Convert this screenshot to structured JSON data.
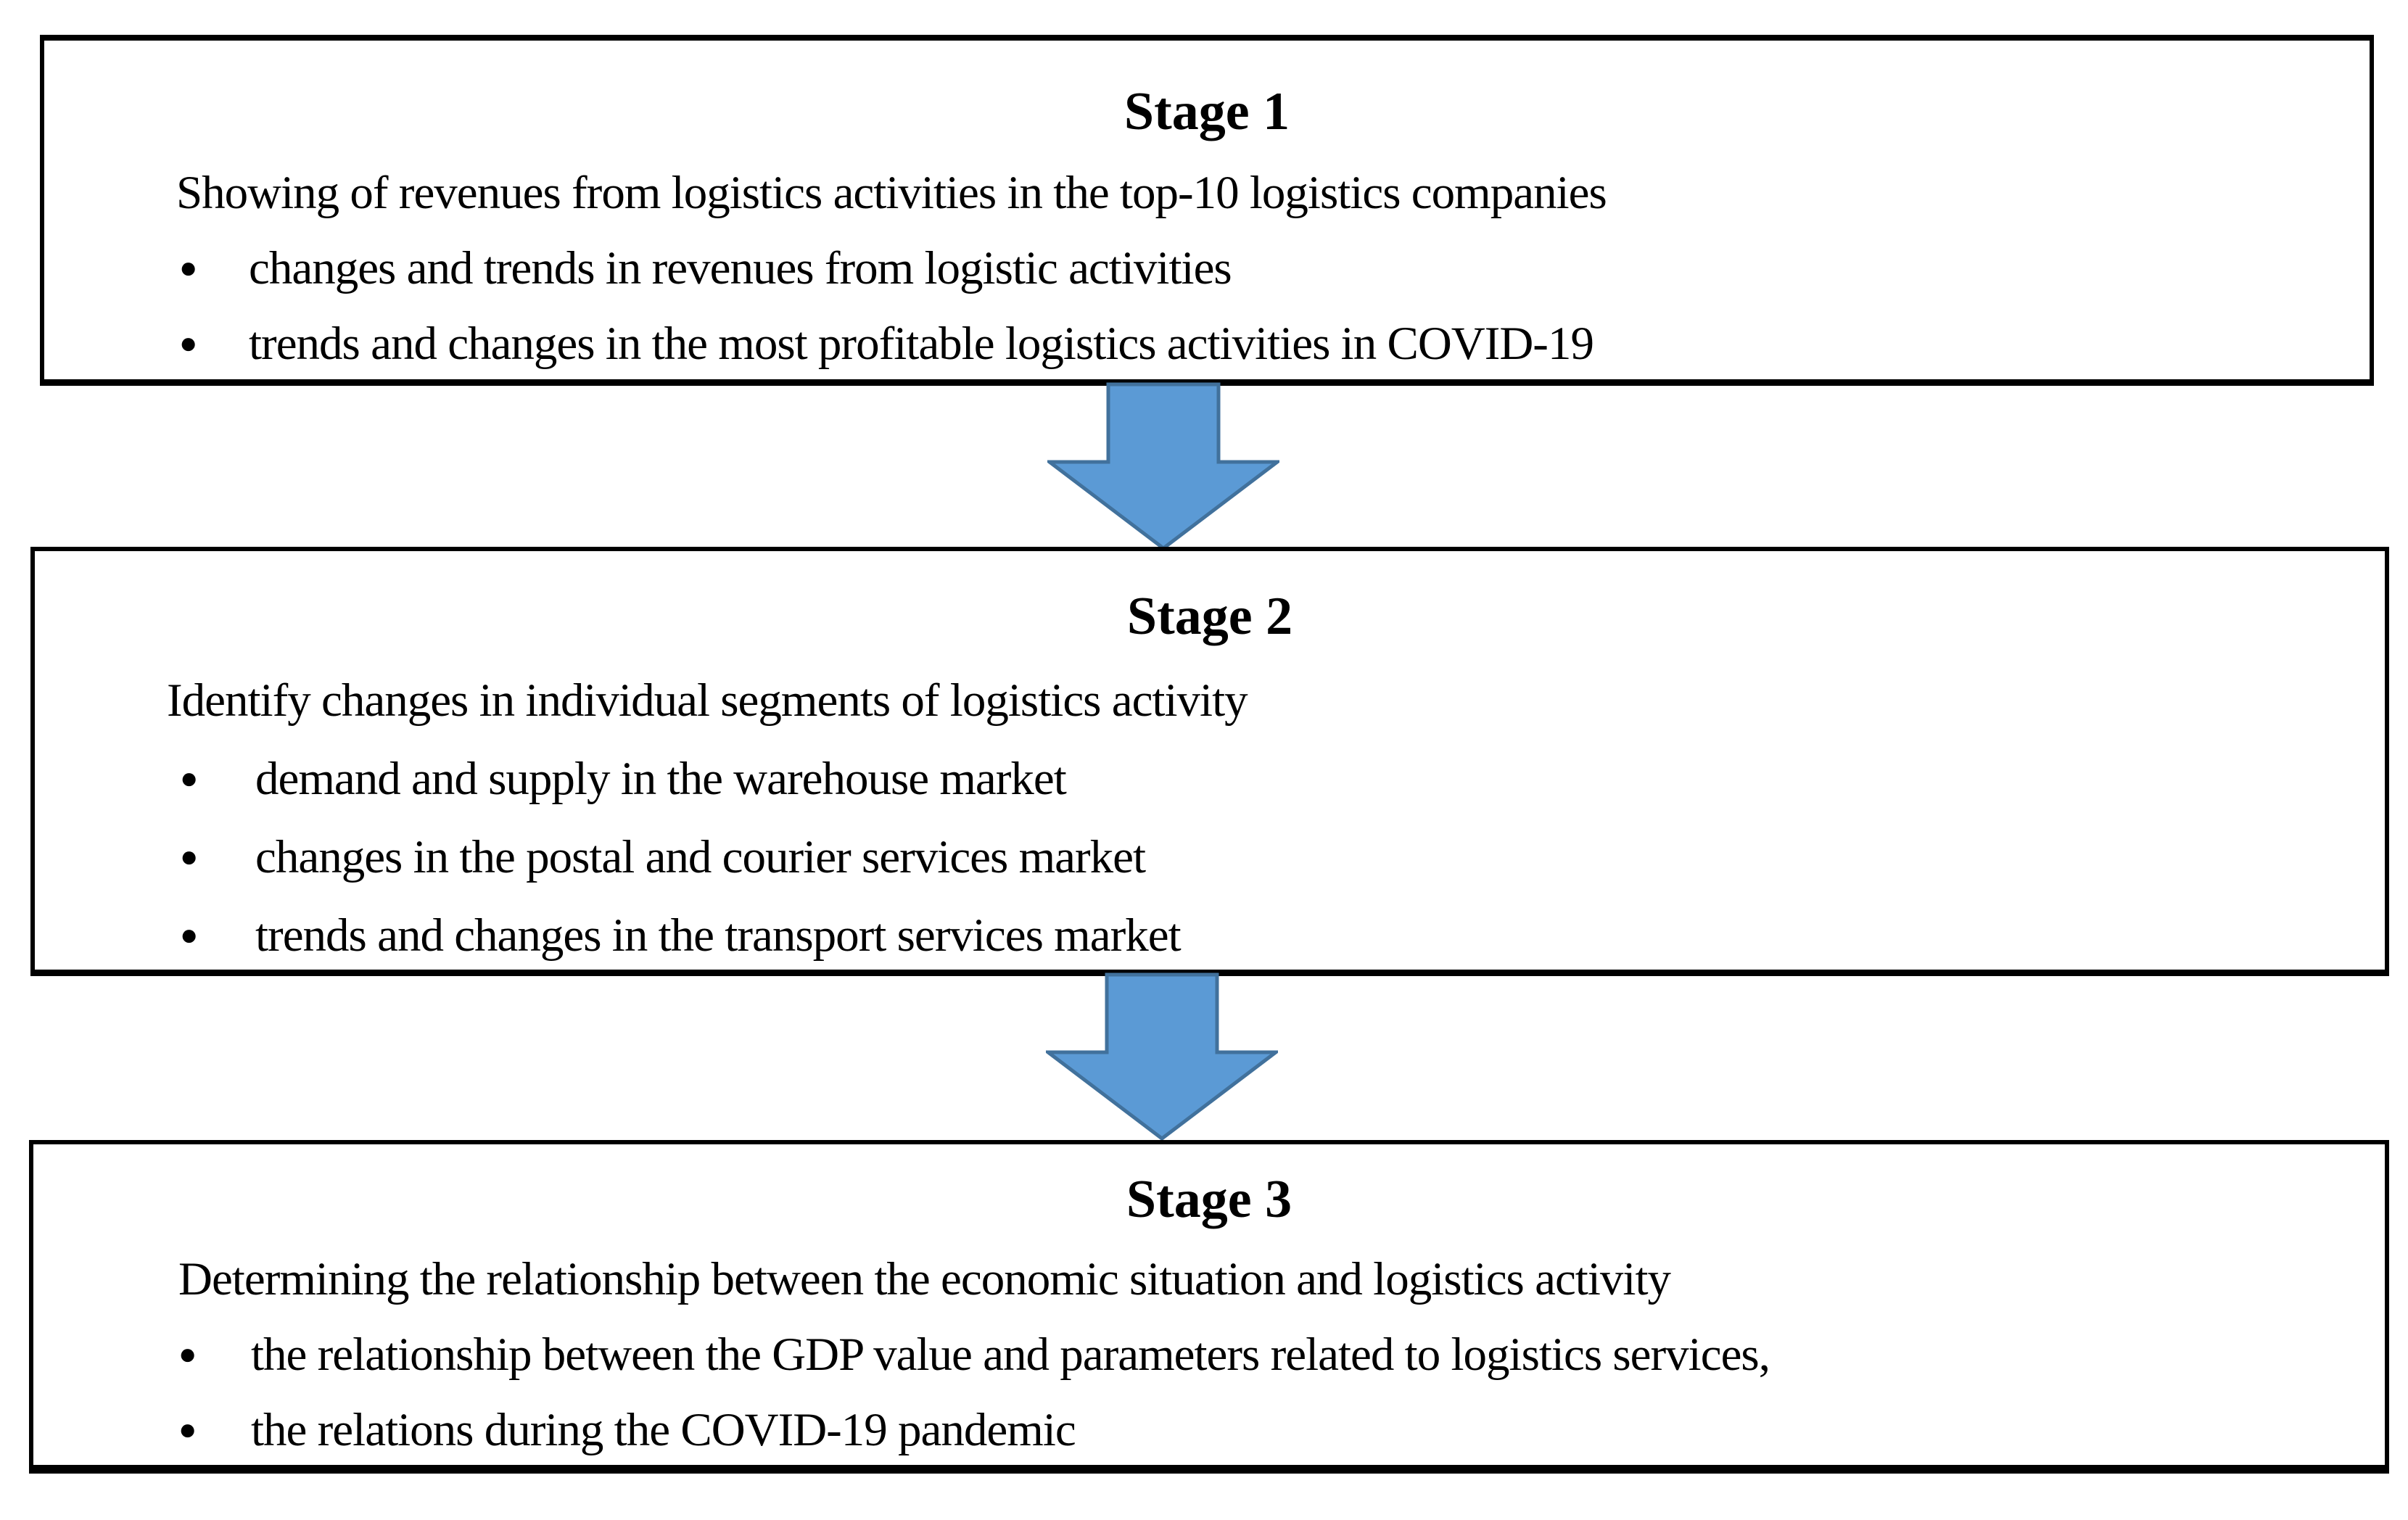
{
  "diagram": {
    "bullet_glyph": "●",
    "arrow_fill": "#5B9AD5",
    "arrow_stroke": "#41719C",
    "stages": [
      {
        "title": "Stage 1",
        "intro": "Showing of revenues from logistics activities in the top-10 logistics companies",
        "bullets": [
          "changes and trends in revenues from logistic activities",
          "trends and changes in the most profitable logistics activities in COVID-19"
        ]
      },
      {
        "title": "Stage 2",
        "intro": "Identify changes in individual segments of logistics activity",
        "bullets": [
          "demand and supply in the warehouse market",
          "changes in the postal and courier services market",
          "trends and changes in the transport services market"
        ]
      },
      {
        "title": "Stage 3",
        "intro": "Determining the relationship between the economic situation and logistics activity",
        "bullets": [
          "the relationship between the GDP value and parameters related to logistics services,",
          "the relations during the COVID-19 pandemic"
        ]
      }
    ]
  }
}
